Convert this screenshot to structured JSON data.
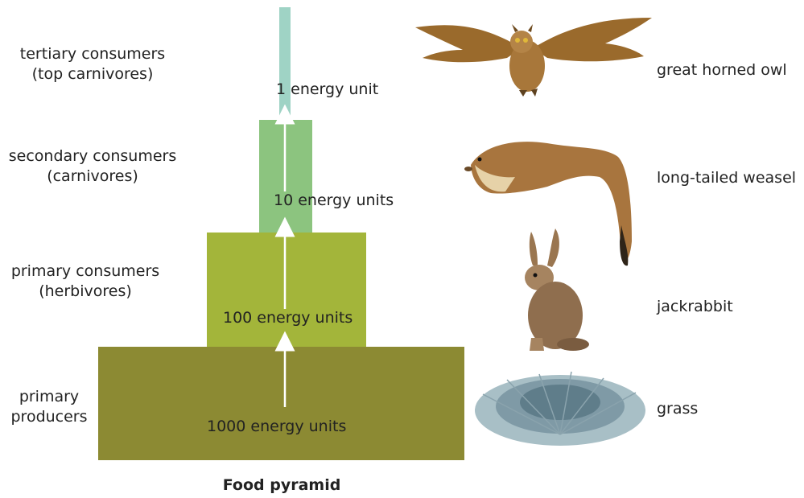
{
  "levels": [
    {
      "line1": "tertiary consumers",
      "line2": "(top carnivores)",
      "energy": "1 energy unit",
      "color": "#9fd3c5"
    },
    {
      "line1": "secondary consumers",
      "line2": "(carnivores)",
      "energy": "10 energy units",
      "color": "#8cc47f"
    },
    {
      "line1": "primary consumers",
      "line2": "(herbivores)",
      "energy": "100 energy units",
      "color": "#a3b53a"
    },
    {
      "line1": "primary",
      "line2": "producers",
      "energy": "1000 energy units",
      "color": "#8c8a33"
    }
  ],
  "organisms": [
    {
      "label": "great horned owl",
      "icon": "owl-icon"
    },
    {
      "label": "long-tailed weasel",
      "icon": "weasel-icon"
    },
    {
      "label": "jackrabbit",
      "icon": "jackrabbit-icon"
    },
    {
      "label": "grass",
      "icon": "grass-icon"
    }
  ],
  "caption": "Food pyramid"
}
